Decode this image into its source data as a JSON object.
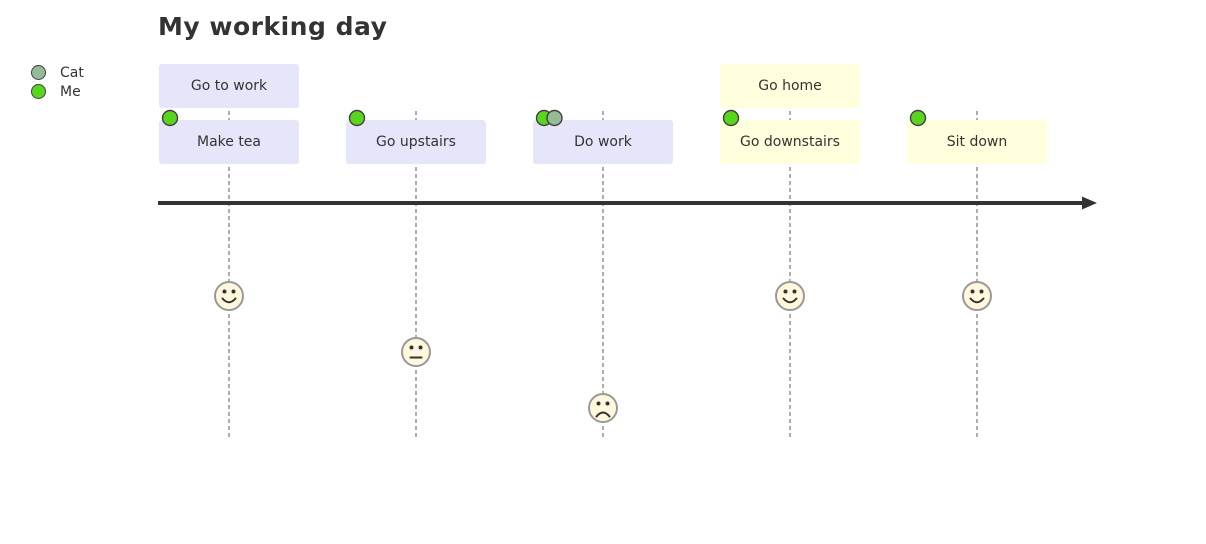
{
  "title": "My working day",
  "legend": {
    "actors": [
      {
        "name": "Cat",
        "color": "#97bb97"
      },
      {
        "name": "Me",
        "color": "#5ad51e"
      }
    ]
  },
  "journey": {
    "type": "user-journey",
    "score_range": [
      1,
      5
    ],
    "text_color": "#333333",
    "axis_color": "#333333",
    "grid_color": "#8c8c8c",
    "dot_stroke": "#404040",
    "face_fill": "#fff8dc",
    "face_stroke": "#999999",
    "face_feature_color": "#333333",
    "sections": [
      {
        "label": "Go to work",
        "fill": "#e6e6fa",
        "tasks": [
          {
            "label": "Make tea",
            "score": 5,
            "actors": [
              "Me"
            ]
          },
          {
            "label": "Go upstairs",
            "score": 3,
            "actors": [
              "Me"
            ]
          },
          {
            "label": "Do work",
            "score": 1,
            "actors": [
              "Me",
              "Cat"
            ]
          }
        ]
      },
      {
        "label": "Go home",
        "fill": "#ffffde",
        "tasks": [
          {
            "label": "Go downstairs",
            "score": 5,
            "actors": [
              "Me"
            ]
          },
          {
            "label": "Sit down",
            "score": 5,
            "actors": [
              "Me"
            ]
          }
        ]
      }
    ]
  }
}
